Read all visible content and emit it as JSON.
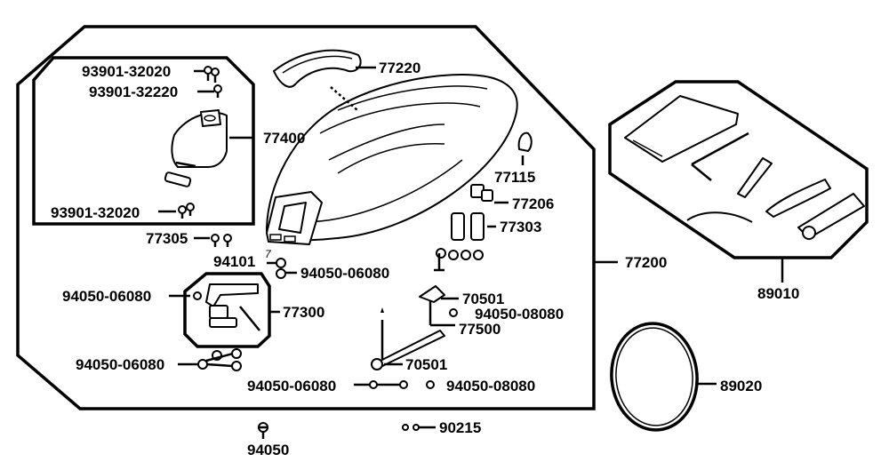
{
  "labels": {
    "l_93901_32020_a": "93901-32020",
    "l_93901_32220": "93901-32220",
    "l_77220": "77220",
    "l_77400": "77400",
    "l_77115": "77115",
    "l_77206": "77206",
    "l_93901_32020_b": "93901-32020",
    "l_77303": "77303",
    "l_77305": "77305",
    "l_94101": "94101",
    "l_94050_06080_a": "94050-06080",
    "l_77200": "77200",
    "l_94050_06080_b": "94050-06080",
    "l_77300": "77300",
    "l_70501_a": "70501",
    "l_94050_08080_a": "94050-08080",
    "l_77500": "77500",
    "l_94050_06080_c": "94050-06080",
    "l_70501_b": "70501",
    "l_94050_06080_d": "94050-06080",
    "l_94050_08080_b": "94050-08080",
    "l_89020": "89020",
    "l_89010": "89010",
    "l_90215": "90215",
    "l_94050": "94050",
    "mark_7": "7"
  }
}
